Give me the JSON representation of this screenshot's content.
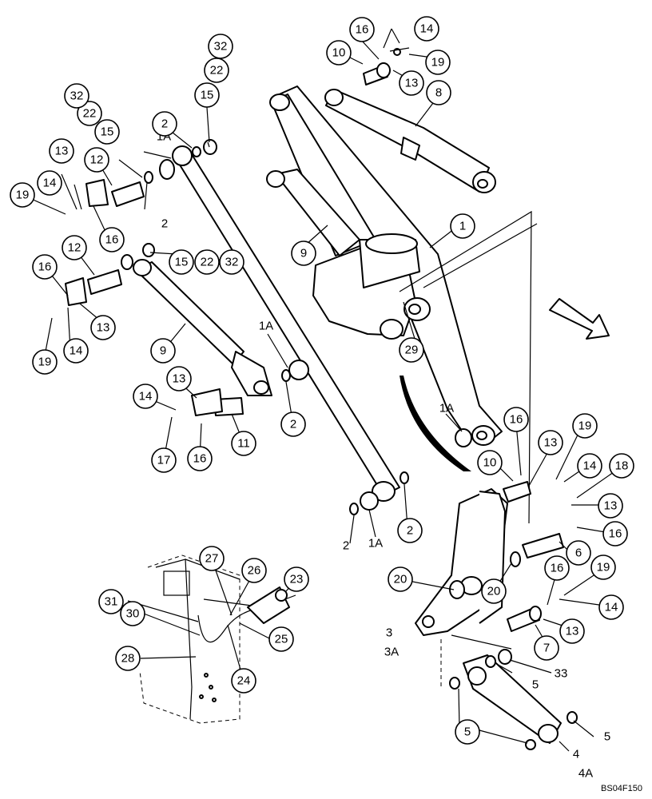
{
  "diagram": {
    "reference_code": "BS04F150",
    "callouts": [
      "1",
      "1A",
      "2",
      "3",
      "3A",
      "4",
      "4A",
      "5",
      "6",
      "7",
      "8",
      "9",
      "10",
      "11",
      "12",
      "13",
      "14",
      "15",
      "16",
      "17",
      "18",
      "19",
      "20",
      "22",
      "23",
      "24",
      "25",
      "26",
      "27",
      "28",
      "29",
      "30",
      "31",
      "32",
      "33"
    ]
  }
}
